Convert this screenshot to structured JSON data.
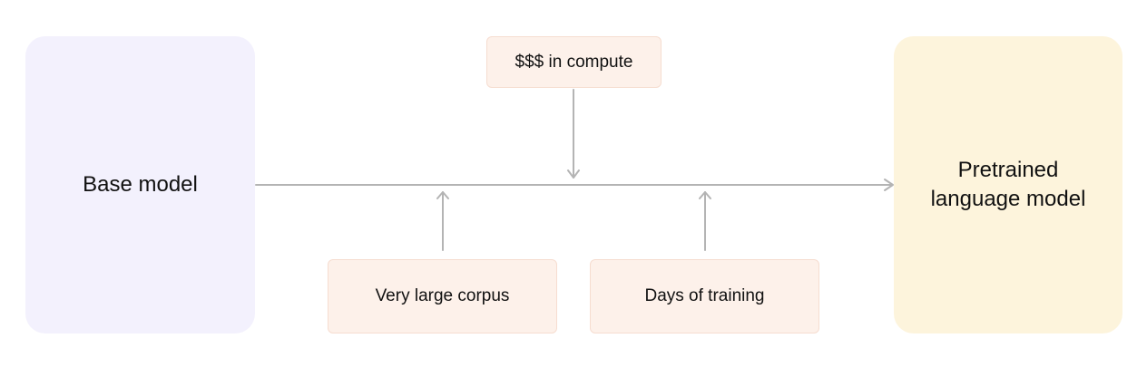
{
  "nodes": {
    "base_model": {
      "label": "Base model"
    },
    "pretrained_model": {
      "line1": "Pretrained",
      "line2": "language model"
    },
    "compute": {
      "label": "$$$ in compute"
    },
    "corpus": {
      "label": "Very large corpus"
    },
    "training": {
      "label": "Days of training"
    }
  },
  "colors": {
    "base_fill": "#f3f1fd",
    "pretrained_fill": "#fdf4dc",
    "factor_fill": "#fdf1ea",
    "factor_border": "#f6ddd0",
    "arrow": "#b4b4b4"
  }
}
